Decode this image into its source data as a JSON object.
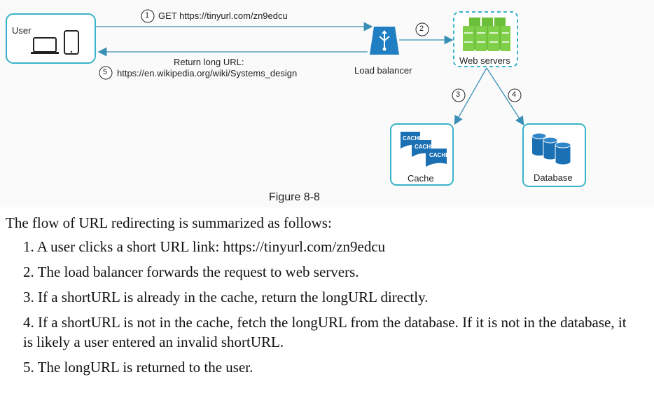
{
  "diagram": {
    "user_label": "User",
    "step1_num": "1",
    "step1_label": "GET https://tinyurl.com/zn9edcu",
    "step2_num": "2",
    "step3_num": "3",
    "step4_num": "4",
    "step5_num": "5",
    "step5_label_line1": "Return long URL:",
    "step5_label_line2": "https://en.wikipedia.org/wiki/Systems_design",
    "load_balancer_label": "Load balancer",
    "web_servers_label": "Web servers",
    "cache_label": "Cache",
    "cache_tag": "CACHE",
    "database_label": "Database",
    "colors": {
      "box_border": "#39b3c9",
      "arrow": "#3a8fb5",
      "load_balancer": "#1f7fc2",
      "server_green": "#6cbf3a",
      "cache_blue": "#1b6fb3",
      "db_blue": "#1b6fb3"
    }
  },
  "caption": "Figure 8-8",
  "intro": "The flow of URL redirecting is summarized as follows:",
  "steps": [
    "1. A user clicks a short URL link: https://tinyurl.com/zn9edcu",
    "2. The load balancer forwards the request to web servers.",
    "3. If a shortURL is already in the cache, return the longURL directly.",
    "4. If a shortURL is not in the cache, fetch the longURL from the database. If it is not in the database, it is likely a user entered an invalid shortURL.",
    "5. The longURL is returned to the user."
  ]
}
